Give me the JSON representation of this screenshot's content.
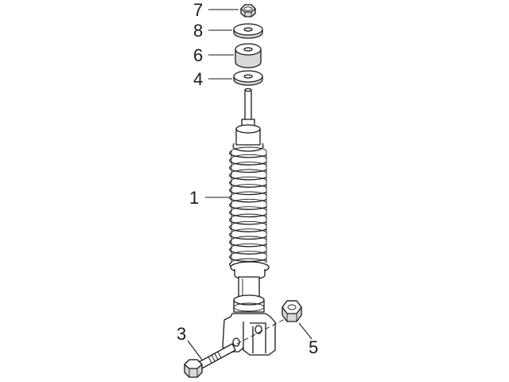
{
  "diagram": {
    "callouts": [
      {
        "id": "7",
        "label": "7"
      },
      {
        "id": "8",
        "label": "8"
      },
      {
        "id": "6",
        "label": "6"
      },
      {
        "id": "4",
        "label": "4"
      },
      {
        "id": "1",
        "label": "1"
      },
      {
        "id": "3",
        "label": "3"
      },
      {
        "id": "5",
        "label": "5"
      }
    ],
    "colors": {
      "line": "#1a1a1a",
      "shade": "#d9d9d9",
      "background": "#ffffff"
    }
  }
}
